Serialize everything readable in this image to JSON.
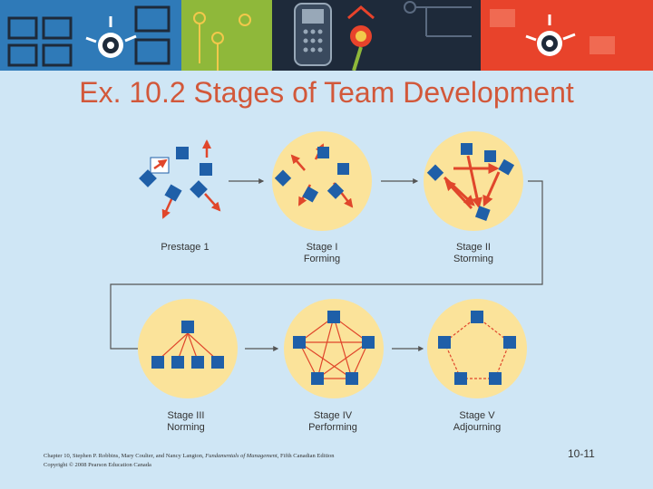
{
  "title": "Ex. 10.2 Stages of Team Development",
  "stages": [
    {
      "line1": "Prestage 1",
      "line2": ""
    },
    {
      "line1": "Stage I",
      "line2": "Forming"
    },
    {
      "line1": "Stage II",
      "line2": "Storming"
    },
    {
      "line1": "Stage III",
      "line2": "Norming"
    },
    {
      "line1": "Stage IV",
      "line2": "Performing"
    },
    {
      "line1": "Stage V",
      "line2": "Adjourning"
    }
  ],
  "footer": {
    "citation_prefix": "Chapter 10, Stephen P. Robbins, Mary Coulter, and Nancy Langton,",
    "citation_book": "Fundamentals of Management",
    "citation_suffix": ", Fifth Canadian Edition",
    "copyright": "Copyright © 2008 Pearson Education Canada"
  },
  "slide_number": "10-11",
  "colors": {
    "background": "#cfe6f5",
    "title": "#d2583a",
    "circle_fill": "#fbe39a",
    "node": "#1f5fa8",
    "arrow": "#e0462b",
    "connector": "#555555"
  }
}
